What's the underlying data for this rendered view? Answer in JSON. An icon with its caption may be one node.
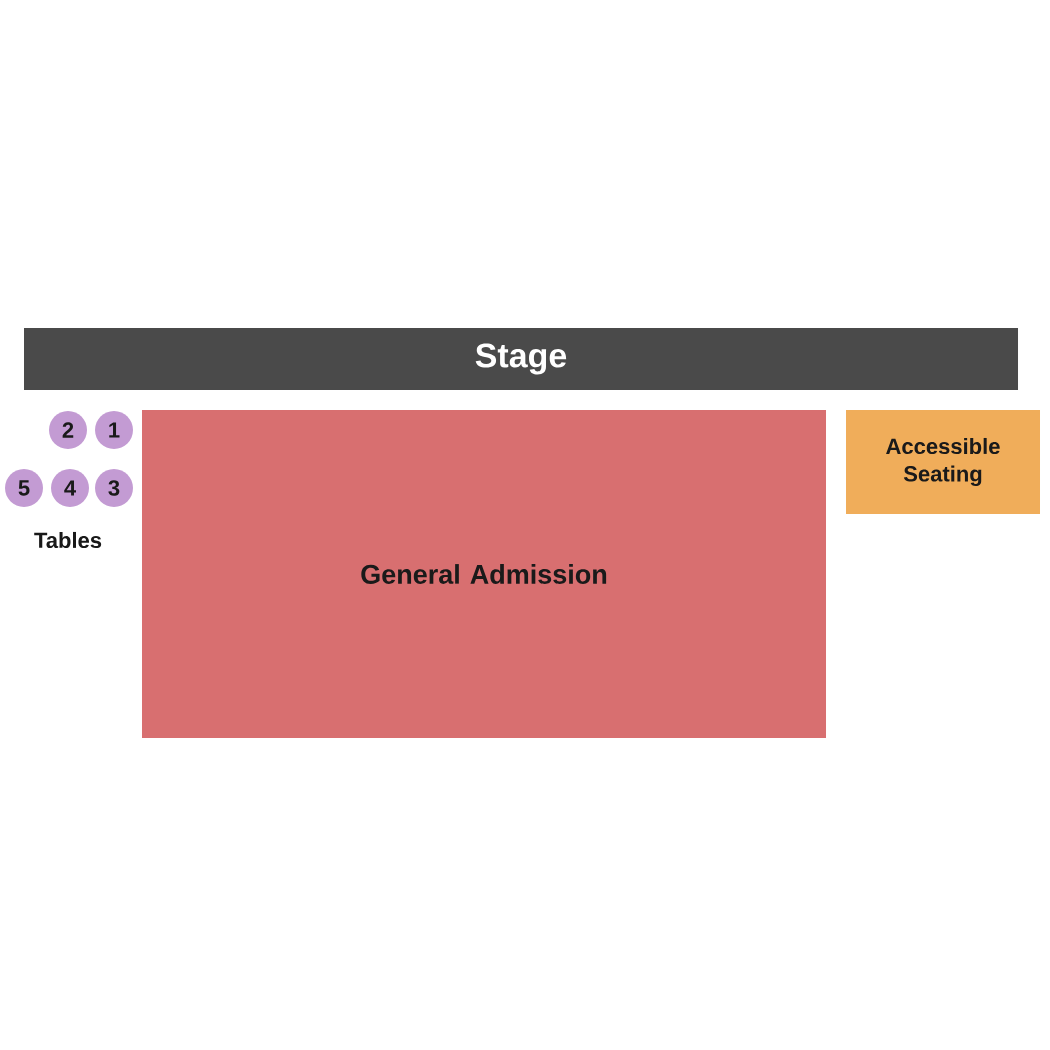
{
  "diagram": {
    "nodes": [
      {
        "text": [
          "Stage"
        ]
      },
      {
        "text": [
          "General Admission"
        ]
      },
      {
        "text": [
          "Accessible Seating"
        ]
      },
      {
        "text": [
          "2"
        ]
      },
      {
        "text": [
          "1"
        ]
      },
      {
        "text": [
          "5"
        ]
      },
      {
        "text": [
          "4"
        ]
      },
      {
        "text": [
          "3"
        ]
      }
    ],
    "labels": [
      "Tables"
    ]
  }
}
